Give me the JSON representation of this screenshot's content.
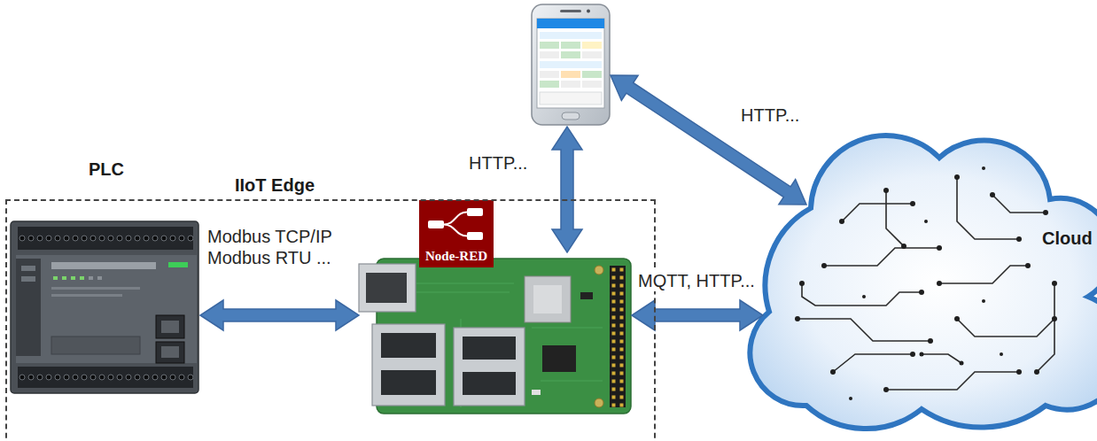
{
  "diagram": {
    "nodes": [
      {
        "text": []
      },
      {
        "text": [
          "IIoT Edge"
        ]
      },
      {
        "text": [
          "PLC"
        ],
        "in": 1
      },
      {
        "text": [
          "Node-RED"
        ],
        "in": 1
      },
      {
        "text": [
          "Cloud"
        ]
      }
    ],
    "edges": [
      {
        "from": 2,
        "to": 3,
        "arrow": "both",
        "label": "Modbus TCP/IP Modbus RTU ..."
      },
      {
        "from": 3,
        "to": 0,
        "arrow": "both",
        "label": "HTTP..."
      },
      {
        "from": 3,
        "to": 4,
        "arrow": "both",
        "label": "MQTT, HTTP..."
      },
      {
        "from": 0,
        "to": 4,
        "arrow": "both",
        "label": "HTTP..."
      }
    ]
  }
}
